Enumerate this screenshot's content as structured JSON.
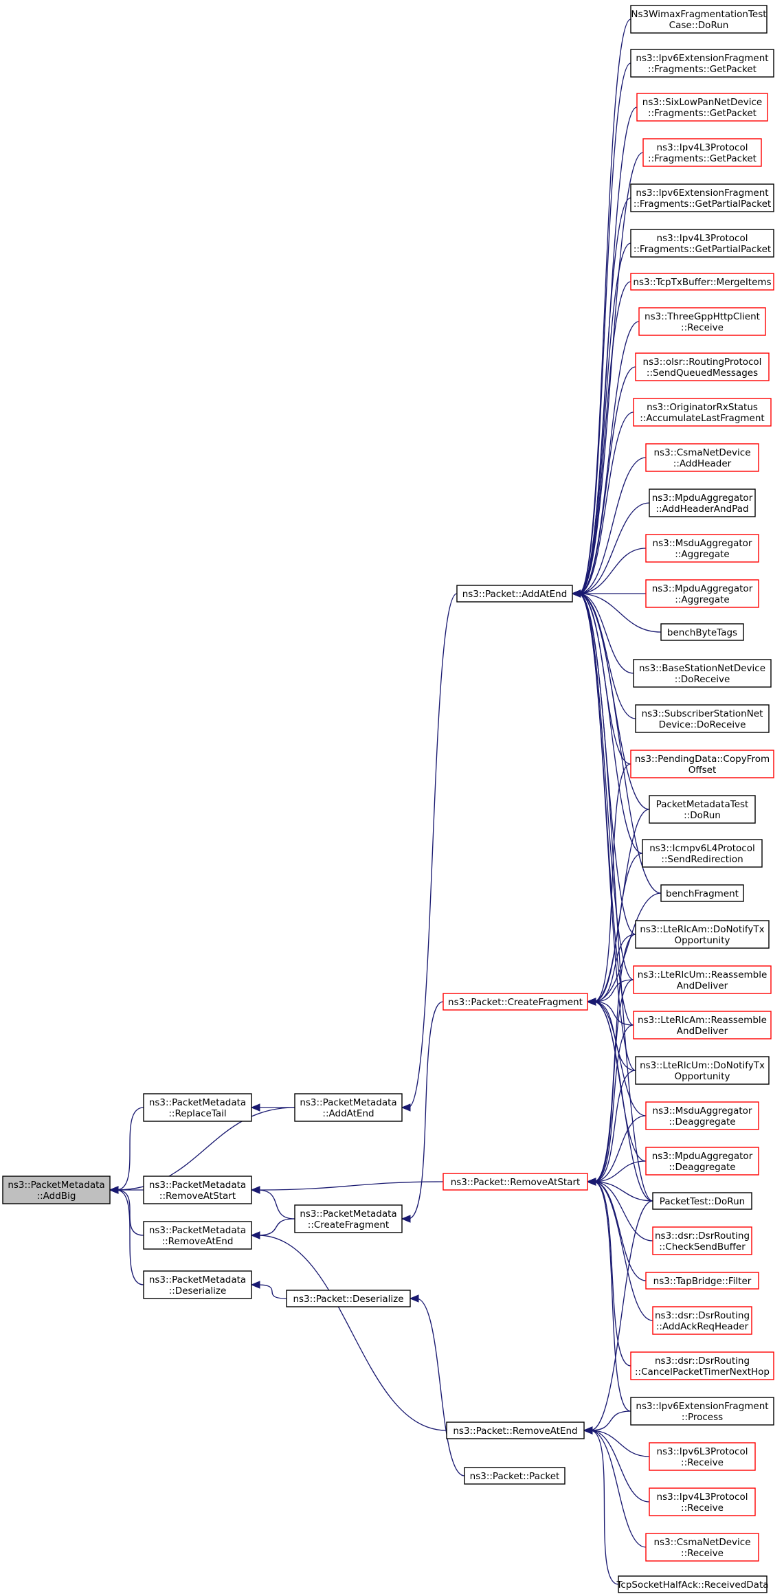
{
  "graph": {
    "title": "",
    "node_style": {
      "red_border": "#ff0000",
      "black_border": "#000000",
      "root_fill": "#bfbfbf",
      "edge_color": "#191970"
    },
    "nodes": [
      {
        "id": "root",
        "lines": [
          "ns3::PacketMetadata",
          "::AddBig"
        ],
        "style": "root"
      },
      {
        "id": "pm_replacetail",
        "lines": [
          "ns3::PacketMetadata",
          "::ReplaceTail"
        ],
        "style": "black"
      },
      {
        "id": "pm_removeatstart",
        "lines": [
          "ns3::PacketMetadata",
          "::RemoveAtStart"
        ],
        "style": "black"
      },
      {
        "id": "pm_removeatend",
        "lines": [
          "ns3::PacketMetadata",
          "::RemoveAtEnd"
        ],
        "style": "black"
      },
      {
        "id": "pm_deserialize",
        "lines": [
          "ns3::PacketMetadata",
          "::Deserialize"
        ],
        "style": "black"
      },
      {
        "id": "pm_addatend",
        "lines": [
          "ns3::PacketMetadata",
          "::AddAtEnd"
        ],
        "style": "black"
      },
      {
        "id": "pm_createfragment",
        "lines": [
          "ns3::PacketMetadata",
          "::CreateFragment"
        ],
        "style": "black"
      },
      {
        "id": "p_deserialize",
        "lines": [
          "ns3::Packet::Deserialize"
        ],
        "style": "black"
      },
      {
        "id": "p_packet",
        "lines": [
          "ns3::Packet::Packet"
        ],
        "style": "black"
      },
      {
        "id": "p_addatend",
        "lines": [
          "ns3::Packet::AddAtEnd"
        ],
        "style": "black"
      },
      {
        "id": "p_createfragment",
        "lines": [
          "ns3::Packet::CreateFragment"
        ],
        "style": "red"
      },
      {
        "id": "p_removeatstart",
        "lines": [
          "ns3::Packet::RemoveAtStart"
        ],
        "style": "red"
      },
      {
        "id": "p_removeatend",
        "lines": [
          "ns3::Packet::RemoveAtEnd"
        ],
        "style": "black"
      },
      {
        "id": "r_wimax",
        "lines": [
          "Ns3WimaxFragmentationTest",
          "Case::DoRun"
        ],
        "style": "black"
      },
      {
        "id": "r_ipv6frag_get",
        "lines": [
          "ns3::Ipv6ExtensionFragment",
          "::Fragments::GetPacket"
        ],
        "style": "black"
      },
      {
        "id": "r_sixlowpan",
        "lines": [
          "ns3::SixLowPanNetDevice",
          "::Fragments::GetPacket"
        ],
        "style": "red"
      },
      {
        "id": "r_ipv4l3frag_get",
        "lines": [
          "ns3::Ipv4L3Protocol",
          "::Fragments::GetPacket"
        ],
        "style": "red"
      },
      {
        "id": "r_ipv6frag_partial",
        "lines": [
          "ns3::Ipv6ExtensionFragment",
          "::Fragments::GetPartialPacket"
        ],
        "style": "black"
      },
      {
        "id": "r_ipv4l3frag_partial",
        "lines": [
          "ns3::Ipv4L3Protocol",
          "::Fragments::GetPartialPacket"
        ],
        "style": "black"
      },
      {
        "id": "r_tcptx",
        "lines": [
          "ns3::TcpTxBuffer::MergeItems"
        ],
        "style": "red"
      },
      {
        "id": "r_threegpp",
        "lines": [
          "ns3::ThreeGppHttpClient",
          "::Receive"
        ],
        "style": "red"
      },
      {
        "id": "r_olsr",
        "lines": [
          "ns3::olsr::RoutingProtocol",
          "::SendQueuedMessages"
        ],
        "style": "red"
      },
      {
        "id": "r_originator",
        "lines": [
          "ns3::OriginatorRxStatus",
          "::AccumulateLastFragment"
        ],
        "style": "red"
      },
      {
        "id": "r_csma_add",
        "lines": [
          "ns3::CsmaNetDevice",
          "::AddHeader"
        ],
        "style": "red"
      },
      {
        "id": "r_mpdu_addhdr",
        "lines": [
          "ns3::MpduAggregator",
          "::AddHeaderAndPad"
        ],
        "style": "black"
      },
      {
        "id": "r_msdu_agg",
        "lines": [
          "ns3::MsduAggregator",
          "::Aggregate"
        ],
        "style": "red"
      },
      {
        "id": "r_mpdu_agg",
        "lines": [
          "ns3::MpduAggregator",
          "::Aggregate"
        ],
        "style": "red"
      },
      {
        "id": "r_benchbyte",
        "lines": [
          "benchByteTags"
        ],
        "style": "black"
      },
      {
        "id": "r_basestation",
        "lines": [
          "ns3::BaseStationNetDevice",
          "::DoReceive"
        ],
        "style": "black"
      },
      {
        "id": "r_subscriber",
        "lines": [
          "ns3::SubscriberStationNet",
          "Device::DoReceive"
        ],
        "style": "black"
      },
      {
        "id": "r_pendingdata",
        "lines": [
          "ns3::PendingData::CopyFrom",
          "Offset"
        ],
        "style": "red"
      },
      {
        "id": "r_pmtest",
        "lines": [
          "PacketMetadataTest",
          "::DoRun"
        ],
        "style": "black"
      },
      {
        "id": "r_icmpv6",
        "lines": [
          "ns3::Icmpv6L4Protocol",
          "::SendRedirection"
        ],
        "style": "black"
      },
      {
        "id": "r_benchfrag",
        "lines": [
          "benchFragment"
        ],
        "style": "black"
      },
      {
        "id": "r_rlcam_tx",
        "lines": [
          "ns3::LteRlcAm::DoNotifyTx",
          "Opportunity"
        ],
        "style": "black"
      },
      {
        "id": "r_rlcum_reass",
        "lines": [
          "ns3::LteRlcUm::Reassemble",
          "AndDeliver"
        ],
        "style": "red"
      },
      {
        "id": "r_rlcam_reass",
        "lines": [
          "ns3::LteRlcAm::Reassemble",
          "AndDeliver"
        ],
        "style": "red"
      },
      {
        "id": "r_rlcum_tx",
        "lines": [
          "ns3::LteRlcUm::DoNotifyTx",
          "Opportunity"
        ],
        "style": "black"
      },
      {
        "id": "r_msdu_deagg",
        "lines": [
          "ns3::MsduAggregator",
          "::Deaggregate"
        ],
        "style": "red"
      },
      {
        "id": "r_mpdu_deagg",
        "lines": [
          "ns3::MpduAggregator",
          "::Deaggregate"
        ],
        "style": "red"
      },
      {
        "id": "r_packettest",
        "lines": [
          "PacketTest::DoRun"
        ],
        "style": "black"
      },
      {
        "id": "r_dsr_check",
        "lines": [
          "ns3::dsr::DsrRouting",
          "::CheckSendBuffer"
        ],
        "style": "red"
      },
      {
        "id": "r_tapbridge",
        "lines": [
          "ns3::TapBridge::Filter"
        ],
        "style": "red"
      },
      {
        "id": "r_dsr_ack",
        "lines": [
          "ns3::dsr::DsrRouting",
          "::AddAckReqHeader"
        ],
        "style": "red"
      },
      {
        "id": "r_dsr_cancel",
        "lines": [
          "ns3::dsr::DsrRouting",
          "::CancelPacketTimerNextHop"
        ],
        "style": "red"
      },
      {
        "id": "r_ipv6ext_process",
        "lines": [
          "ns3::Ipv6ExtensionFragment",
          "::Process"
        ],
        "style": "black"
      },
      {
        "id": "r_ipv6l3_recv",
        "lines": [
          "ns3::Ipv6L3Protocol",
          "::Receive"
        ],
        "style": "red"
      },
      {
        "id": "r_ipv4l3_recv",
        "lines": [
          "ns3::Ipv4L3Protocol",
          "::Receive"
        ],
        "style": "red"
      },
      {
        "id": "r_csma_recv",
        "lines": [
          "ns3::CsmaNetDevice",
          "::Receive"
        ],
        "style": "red"
      },
      {
        "id": "r_tcphalf",
        "lines": [
          "TcpSocketHalfAck::ReceivedData"
        ],
        "style": "black"
      }
    ],
    "edges": [
      [
        "pm_replacetail",
        "root"
      ],
      [
        "pm_removeatstart",
        "root"
      ],
      [
        "pm_removeatend",
        "root"
      ],
      [
        "pm_deserialize",
        "root"
      ],
      [
        "pm_addatend",
        "root"
      ],
      [
        "pm_addatend",
        "pm_replacetail"
      ],
      [
        "p_removeatstart",
        "pm_removeatstart"
      ],
      [
        "pm_createfragment",
        "pm_removeatstart"
      ],
      [
        "pm_createfragment",
        "pm_removeatend"
      ],
      [
        "p_removeatend",
        "pm_removeatend"
      ],
      [
        "p_deserialize",
        "pm_deserialize"
      ],
      [
        "p_packet",
        "p_deserialize"
      ],
      [
        "p_addatend",
        "pm_addatend"
      ],
      [
        "p_createfragment",
        "pm_createfragment"
      ],
      [
        "r_wimax",
        "p_addatend"
      ],
      [
        "r_ipv6frag_get",
        "p_addatend"
      ],
      [
        "r_sixlowpan",
        "p_addatend"
      ],
      [
        "r_ipv4l3frag_get",
        "p_addatend"
      ],
      [
        "r_ipv6frag_partial",
        "p_addatend"
      ],
      [
        "r_ipv4l3frag_partial",
        "p_addatend"
      ],
      [
        "r_tcptx",
        "p_addatend"
      ],
      [
        "r_threegpp",
        "p_addatend"
      ],
      [
        "r_olsr",
        "p_addatend"
      ],
      [
        "r_originator",
        "p_addatend"
      ],
      [
        "r_csma_add",
        "p_addatend"
      ],
      [
        "r_mpdu_addhdr",
        "p_addatend"
      ],
      [
        "r_msdu_agg",
        "p_addatend"
      ],
      [
        "r_mpdu_agg",
        "p_addatend"
      ],
      [
        "r_benchbyte",
        "p_addatend"
      ],
      [
        "r_basestation",
        "p_addatend"
      ],
      [
        "r_subscriber",
        "p_addatend"
      ],
      [
        "r_pendingdata",
        "p_addatend"
      ],
      [
        "r_pmtest",
        "p_addatend"
      ],
      [
        "r_icmpv6",
        "p_addatend"
      ],
      [
        "r_benchfrag",
        "p_addatend"
      ],
      [
        "r_rlcam_tx",
        "p_addatend"
      ],
      [
        "r_rlcum_reass",
        "p_addatend"
      ],
      [
        "r_rlcam_reass",
        "p_addatend"
      ],
      [
        "r_rlcum_tx",
        "p_addatend"
      ],
      [
        "r_packettest",
        "p_addatend"
      ],
      [
        "r_pendingdata",
        "p_createfragment"
      ],
      [
        "r_pmtest",
        "p_createfragment"
      ],
      [
        "r_icmpv6",
        "p_createfragment"
      ],
      [
        "r_benchfrag",
        "p_createfragment"
      ],
      [
        "r_rlcam_tx",
        "p_createfragment"
      ],
      [
        "r_rlcum_reass",
        "p_createfragment"
      ],
      [
        "r_rlcam_reass",
        "p_createfragment"
      ],
      [
        "r_rlcum_tx",
        "p_createfragment"
      ],
      [
        "r_msdu_deagg",
        "p_createfragment"
      ],
      [
        "r_mpdu_deagg",
        "p_createfragment"
      ],
      [
        "r_packettest",
        "p_createfragment"
      ],
      [
        "r_rlcam_tx",
        "p_removeatstart"
      ],
      [
        "r_rlcum_reass",
        "p_removeatstart"
      ],
      [
        "r_rlcam_reass",
        "p_removeatstart"
      ],
      [
        "r_rlcum_tx",
        "p_removeatstart"
      ],
      [
        "r_msdu_deagg",
        "p_removeatstart"
      ],
      [
        "r_mpdu_deagg",
        "p_removeatstart"
      ],
      [
        "r_packettest",
        "p_removeatstart"
      ],
      [
        "r_dsr_check",
        "p_removeatstart"
      ],
      [
        "r_tapbridge",
        "p_removeatstart"
      ],
      [
        "r_dsr_ack",
        "p_removeatstart"
      ],
      [
        "r_dsr_cancel",
        "p_removeatstart"
      ],
      [
        "r_ipv6ext_process",
        "p_removeatstart"
      ],
      [
        "r_packettest",
        "p_removeatend"
      ],
      [
        "r_ipv6ext_process",
        "p_removeatend"
      ],
      [
        "r_ipv6l3_recv",
        "p_removeatend"
      ],
      [
        "r_ipv4l3_recv",
        "p_removeatend"
      ],
      [
        "r_csma_recv",
        "p_removeatend"
      ],
      [
        "r_tcphalf",
        "p_removeatend"
      ]
    ]
  }
}
